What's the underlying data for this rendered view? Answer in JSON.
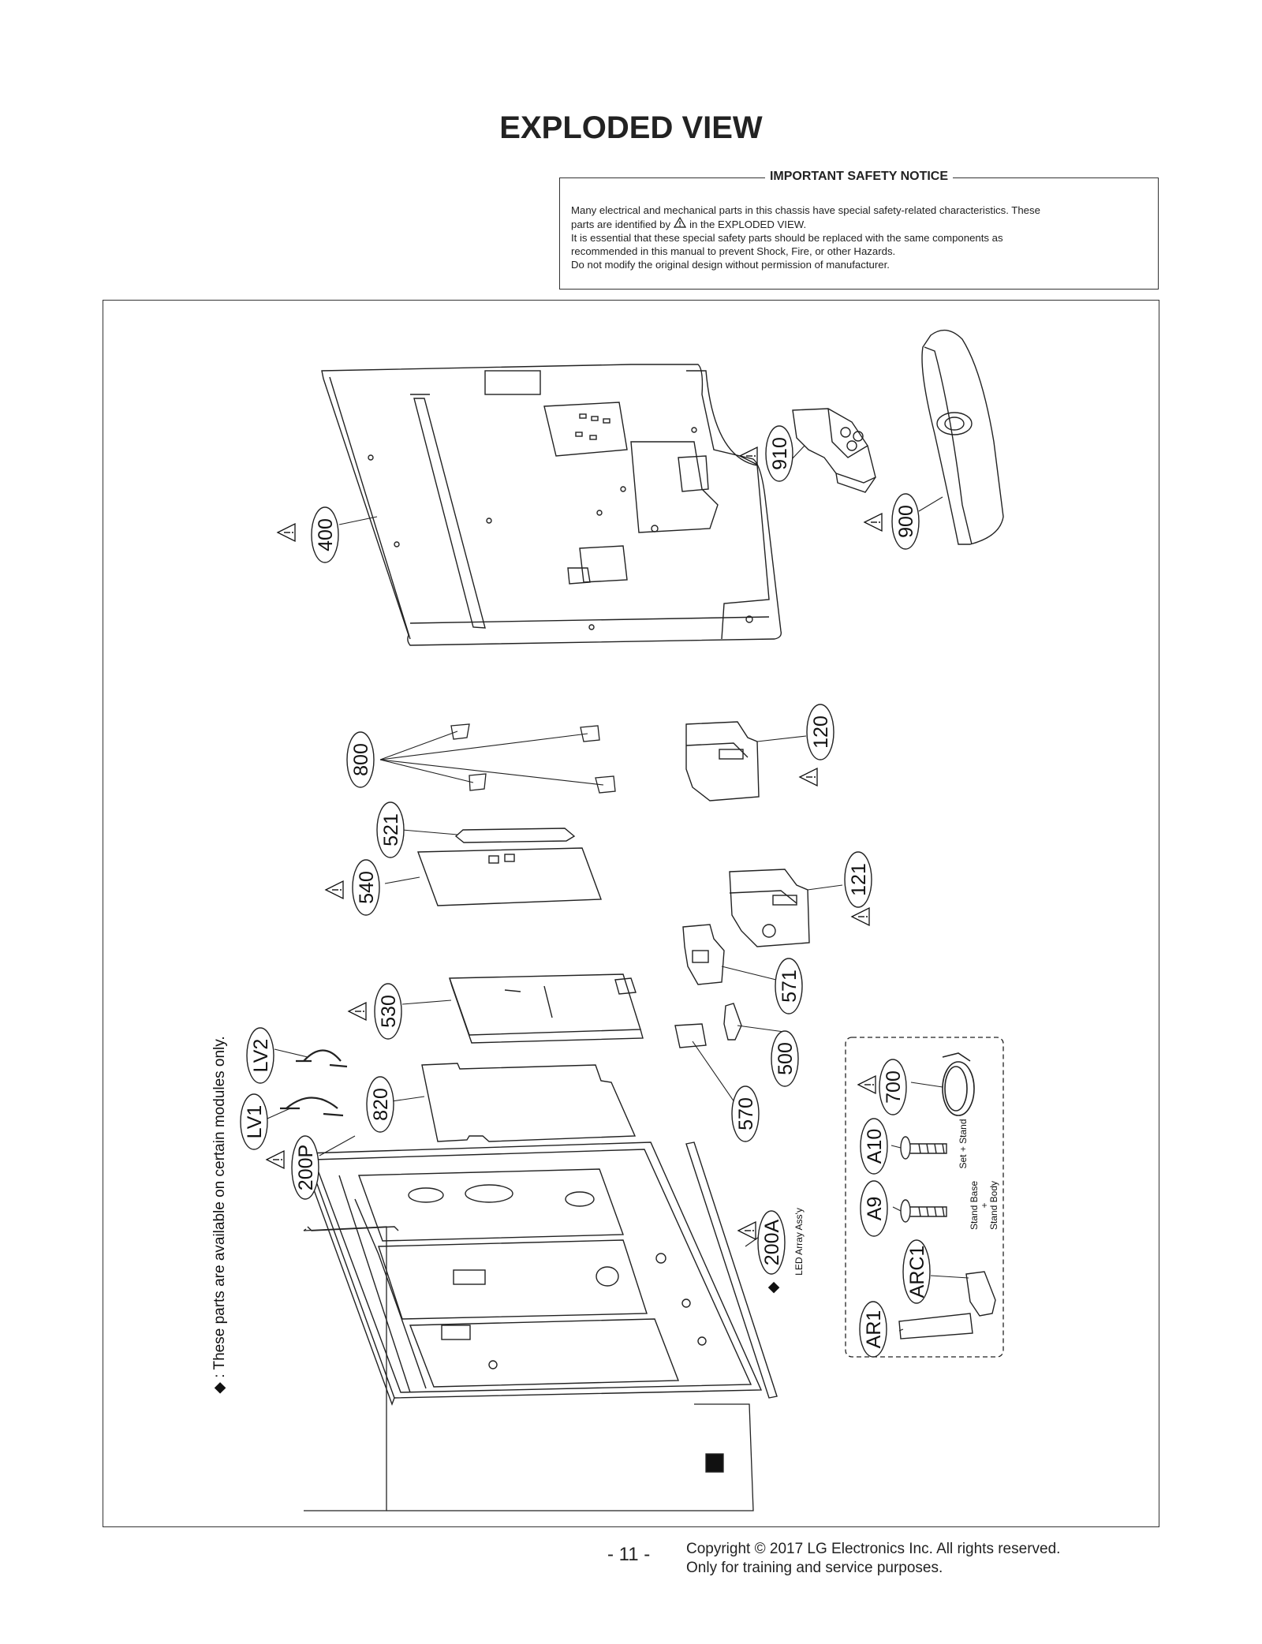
{
  "page": {
    "title": "EXPLODED VIEW",
    "safety_notice": {
      "heading": "IMPORTANT SAFETY NOTICE",
      "line1": "Many electrical and mechanical parts in this chassis have special safety-related characteristics. These",
      "line2_before": "parts are identified by",
      "line2_after": "in the EXPLODED VIEW.",
      "line3": "It is essential that these special safety parts should be replaced with the same components as",
      "line4": "recommended in this manual to prevent Shock, Fire, or other Hazards.",
      "line5": "Do not modify the original design without permission of manufacturer."
    },
    "side_note": "◆ : These parts are available on certain modules only.",
    "footer": {
      "page_number": "- 11 -",
      "copyright": "Copyright © 2017 LG Electronics Inc. All rights reserved.",
      "usage": "Only for training and service purposes."
    }
  },
  "callouts": {
    "c400": "400",
    "c910": "910",
    "c900": "900",
    "c800": "800",
    "c120": "120",
    "c521": "521",
    "c540": "540",
    "c121": "121",
    "c530": "530",
    "c571": "571",
    "cLV2": "LV2",
    "c500": "500",
    "c820": "820",
    "c700": "700",
    "cLV1": "LV1",
    "c570": "570",
    "cA10": "A10",
    "cA9": "A9",
    "c200A": "200A",
    "cARC1": "ARC1",
    "cAR1": "AR1",
    "c200P": "200P"
  },
  "labels": {
    "set_stand": "Set + Stand",
    "stand_base": "Stand Base",
    "plus": "+",
    "stand_body": "Stand Body",
    "led_array": "LED Array Ass'y",
    "diamond": "◆"
  }
}
